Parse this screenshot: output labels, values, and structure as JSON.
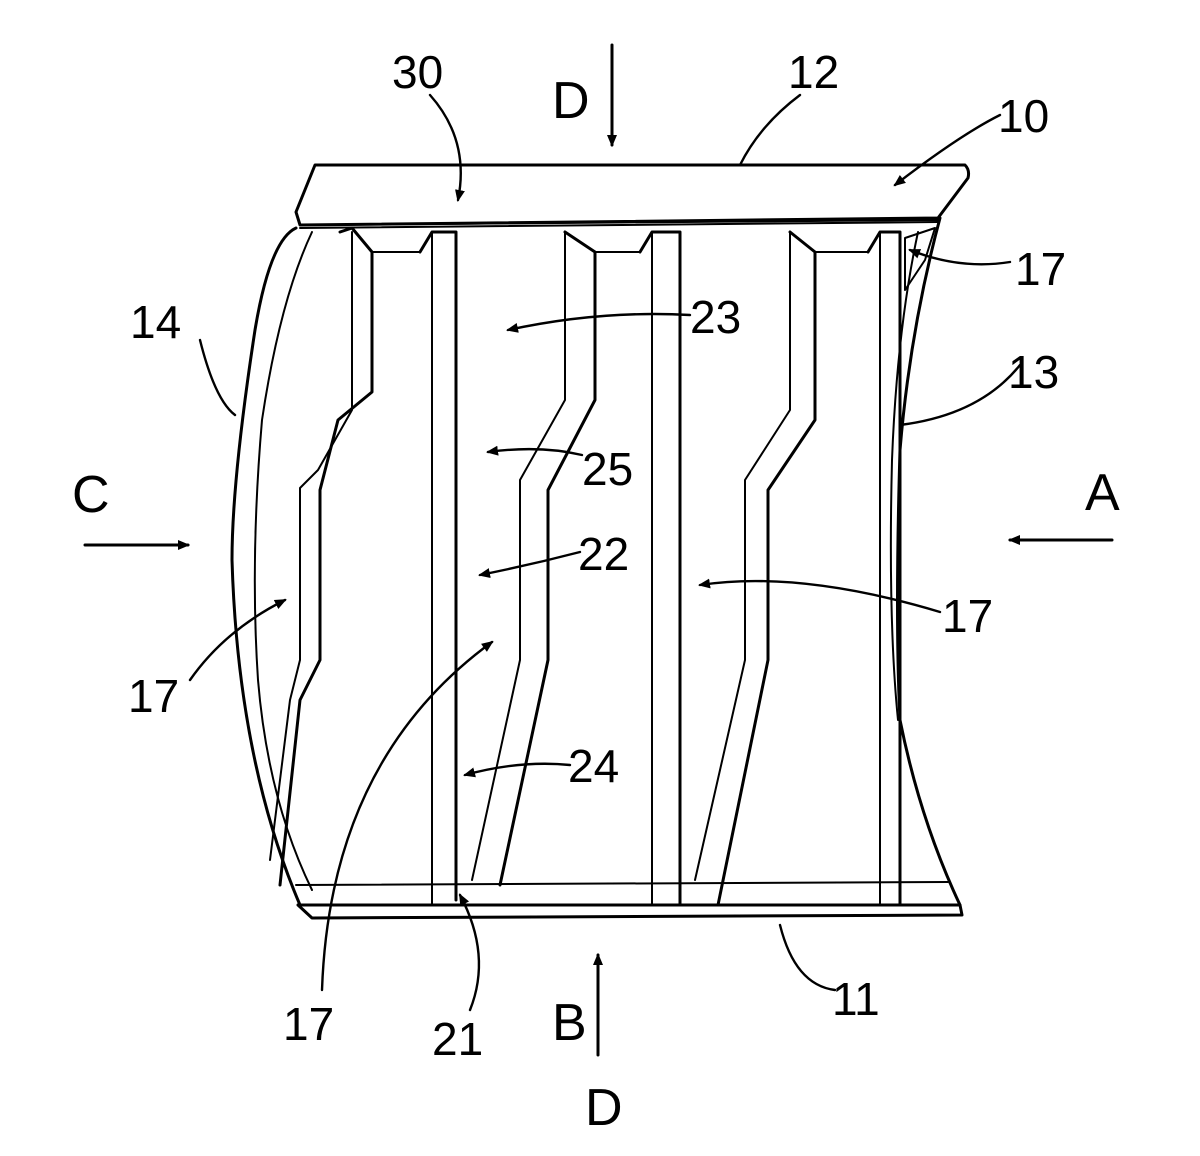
{
  "labels": {
    "l30": "30",
    "l12": "12",
    "l10": "10",
    "l17_top_right": "17",
    "l14": "14",
    "l23": "23",
    "l13": "13",
    "l25": "25",
    "l22": "22",
    "l17_right": "17",
    "l17_left": "17",
    "l24": "24",
    "l17_bottom": "17",
    "l21": "21",
    "l11": "11"
  },
  "view_letters": {
    "d_top": "D",
    "c": "C",
    "a": "A",
    "b": "B",
    "d_bottom": "D"
  }
}
